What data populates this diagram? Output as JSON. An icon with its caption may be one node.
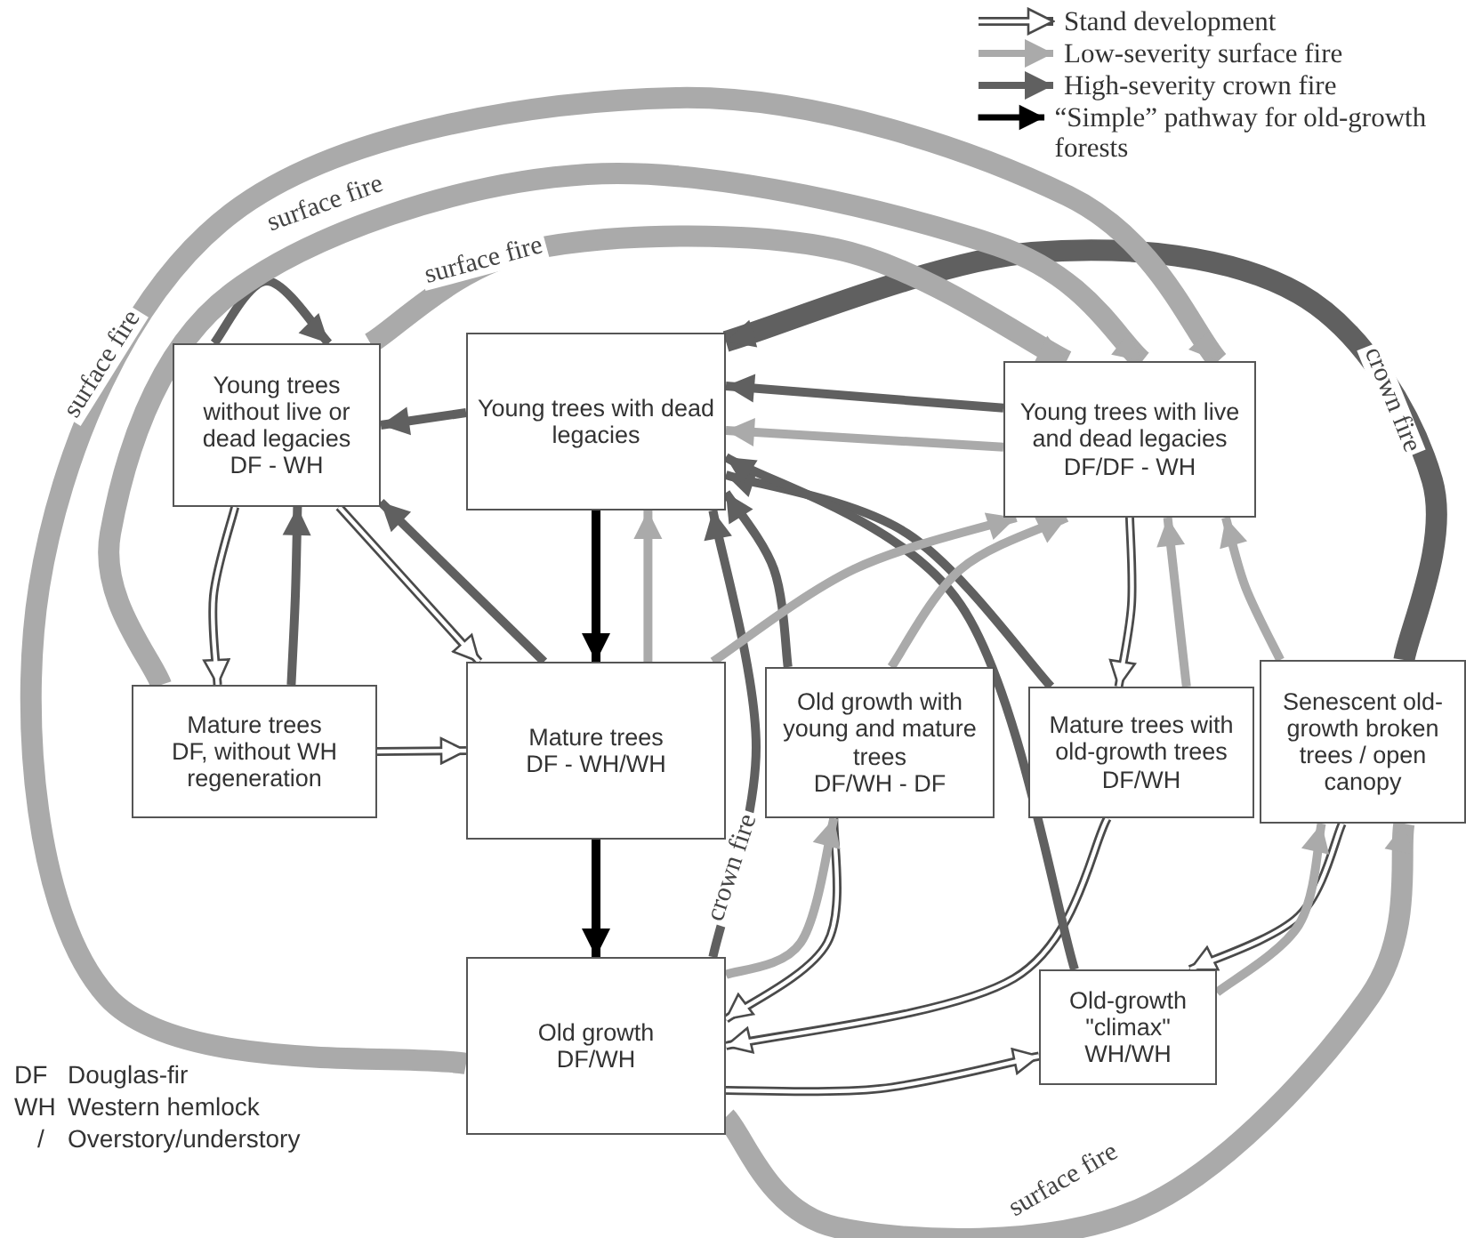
{
  "diagram": {
    "nodes": [
      {
        "text": [
          "Young trees without live or dead legacies",
          "DF - WH"
        ]
      },
      {
        "text": [
          "Young trees with dead legacies"
        ]
      },
      {
        "text": [
          "Young trees with live and dead legacies",
          "DF/DF - WH"
        ]
      },
      {
        "text": [
          "Mature trees",
          "DF, without WH regeneration"
        ]
      },
      {
        "text": [
          "Mature trees",
          "DF - WH/WH"
        ]
      },
      {
        "text": [
          "Old growth with young and mature trees",
          "DF/WH - DF"
        ]
      },
      {
        "text": [
          "Mature trees with old-growth trees DF/WH"
        ]
      },
      {
        "text": [
          "Senescent old-growth broken trees / open canopy"
        ]
      },
      {
        "text": [
          "Old growth",
          "DF/WH"
        ]
      },
      {
        "text": [
          "Old-growth \"climax\"",
          "WH/WH"
        ]
      }
    ],
    "edges": [
      {
        "from": 0,
        "to": 3,
        "arrow": "to",
        "color": "#4a4a4a"
      },
      {
        "from": 0,
        "to": 4,
        "arrow": "to",
        "color": "#4a4a4a"
      },
      {
        "from": 3,
        "to": 4,
        "arrow": "to",
        "color": "#4a4a4a"
      },
      {
        "from": 2,
        "to": 6,
        "arrow": "to",
        "color": "#4a4a4a"
      },
      {
        "from": 5,
        "to": 8,
        "arrow": "to",
        "color": "#4a4a4a"
      },
      {
        "from": 6,
        "to": 8,
        "arrow": "to",
        "color": "#4a4a4a"
      },
      {
        "from": 7,
        "to": 9,
        "arrow": "to",
        "color": "#4a4a4a"
      },
      {
        "from": 8,
        "to": 9,
        "arrow": "to",
        "color": "#4a4a4a"
      },
      {
        "from": 1,
        "to": 4,
        "arrow": "to",
        "color": "#000000"
      },
      {
        "from": 4,
        "to": 8,
        "arrow": "to",
        "color": "#000000"
      },
      {
        "from": 0,
        "to": 0,
        "arrow": "to",
        "color": "#606060"
      },
      {
        "from": 1,
        "to": 0,
        "arrow": "to",
        "color": "#606060"
      },
      {
        "from": 2,
        "to": 1,
        "arrow": "to",
        "color": "#606060"
      },
      {
        "from": 4,
        "to": 0,
        "arrow": "to",
        "color": "#606060"
      },
      {
        "from": 3,
        "to": 0,
        "arrow": "to",
        "color": "#606060"
      },
      {
        "from": 8,
        "to": 1,
        "arrow": "to",
        "color": "#606060",
        "label": "crown fire"
      },
      {
        "from": 5,
        "to": 1,
        "arrow": "to",
        "color": "#606060"
      },
      {
        "from": 6,
        "to": 1,
        "arrow": "to",
        "color": "#606060"
      },
      {
        "from": 9,
        "to": 1,
        "arrow": "to",
        "color": "#606060"
      },
      {
        "from": 7,
        "to": 1,
        "arrow": "to",
        "color": "#606060",
        "style": "thick",
        "label": "crown fire"
      },
      {
        "from": 2,
        "to": 1,
        "arrow": "to",
        "color": "#aaaaaa"
      },
      {
        "from": 4,
        "to": 1,
        "arrow": "to",
        "color": "#aaaaaa"
      },
      {
        "from": 4,
        "to": 2,
        "arrow": "to",
        "color": "#aaaaaa"
      },
      {
        "from": 5,
        "to": 2,
        "arrow": "to",
        "color": "#aaaaaa"
      },
      {
        "from": 6,
        "to": 2,
        "arrow": "to",
        "color": "#aaaaaa"
      },
      {
        "from": 7,
        "to": 2,
        "arrow": "to",
        "color": "#aaaaaa"
      },
      {
        "from": 8,
        "to": 5,
        "arrow": "to",
        "color": "#aaaaaa"
      },
      {
        "from": 9,
        "to": 7,
        "arrow": "to",
        "color": "#aaaaaa"
      },
      {
        "from": 8,
        "to": 7,
        "arrow": "to",
        "color": "#aaaaaa",
        "style": "thick",
        "label": "surface fire"
      },
      {
        "from": 8,
        "to": 2,
        "arrow": "to",
        "color": "#aaaaaa",
        "style": "thick",
        "label": "surface fire"
      },
      {
        "from": 3,
        "to": 2,
        "arrow": "to",
        "color": "#aaaaaa",
        "style": "thick",
        "label": "surface fire"
      },
      {
        "from": 0,
        "to": 2,
        "arrow": "to",
        "color": "#aaaaaa",
        "style": "thick",
        "label": "surface fire"
      }
    ],
    "labels": [
      "DF",
      "Douglas-fir",
      "WH",
      "Western hemlock",
      "/",
      "Overstory/understory"
    ],
    "legend": [
      {
        "text": "Stand development"
      },
      {
        "text": "Low-severity surface fire"
      },
      {
        "text": "High-severity crown fire"
      },
      {
        "text": "“Simple” pathway for old-growth forests"
      }
    ]
  }
}
